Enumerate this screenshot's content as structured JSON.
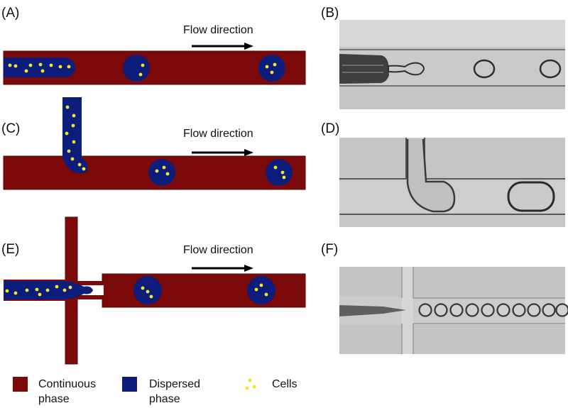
{
  "panels": {
    "a": {
      "label": "(A)",
      "flow_label": "Flow direction"
    },
    "b": {
      "label": "(B)"
    },
    "c": {
      "label": "(C)",
      "flow_label": "Flow direction"
    },
    "d": {
      "label": "(D)"
    },
    "e": {
      "label": "(E)",
      "flow_label": "Flow direction"
    },
    "f": {
      "label": "(F)"
    }
  },
  "legend": {
    "continuous": {
      "line1": "Continuous",
      "line2": "phase"
    },
    "dispersed": {
      "line1": "Dispersed",
      "line2": "phase"
    },
    "cells": {
      "label": "Cells"
    }
  },
  "colors": {
    "continuous_phase": "#7c0a0a",
    "dispersed_phase": "#0c1d7c",
    "cells": "#f2e629",
    "arrow": "#000000",
    "micrograph_bg": "#d2d4d2",
    "channel_line": "#4a4a4a"
  }
}
